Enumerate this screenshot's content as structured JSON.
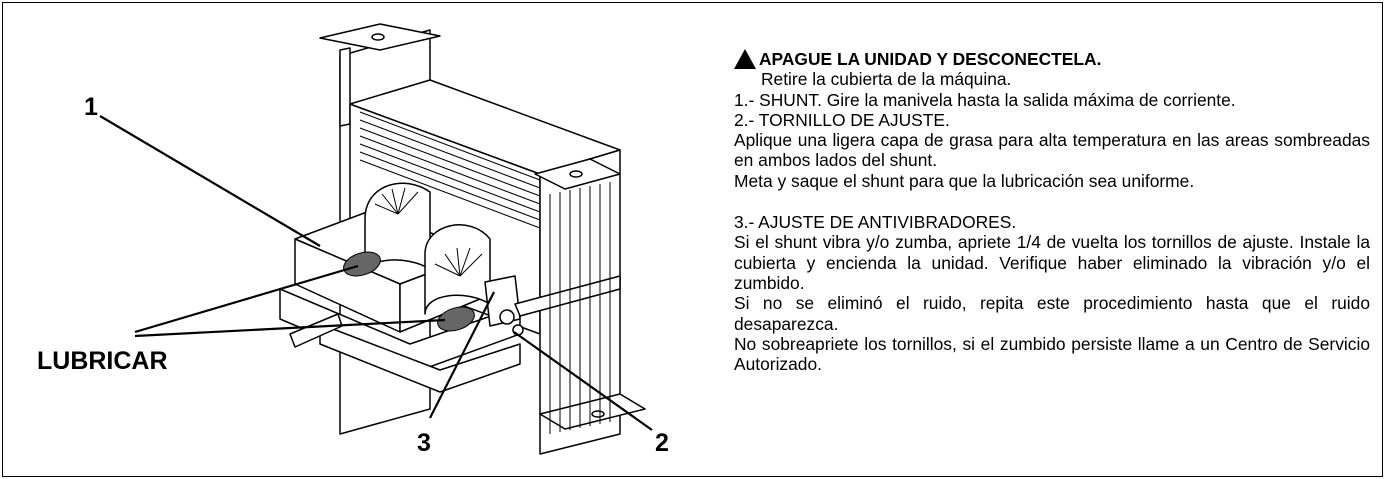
{
  "figure": {
    "callouts": {
      "one": "1",
      "two": "2",
      "three": "3",
      "lubricate": "LUBRICAR"
    }
  },
  "instructions": {
    "warning": "APAGUE LA UNIDAD Y DESCONECTELA.",
    "remove_cover": "Retire la cubierta de la máquina.",
    "step1": "1.- SHUNT. Gire la manivela hasta la salida máxima de corriente.",
    "step2_title": "2.- TORNILLO DE AJUSTE.",
    "step2_text_a": "Aplique una ligera capa de grasa para alta temperatura en las areas sombreadas en ambos lados del shunt.",
    "step2_text_b": "Meta y saque el shunt para que la lubricación sea uniforme.",
    "step3_title": "3.- AJUSTE DE ANTIVIBRADORES.",
    "step3_text_a": "Si el shunt vibra y/o zumba, apriete 1/4 de vuelta los tornillos de ajuste. Instale la cubierta y encienda la unidad. Verifique haber eliminado la vibración y/o el zumbido.",
    "step3_text_b": "Si no se eliminó el ruido, repita este procedimiento hasta que el ruido desaparezca.",
    "step3_text_c": "No sobreapriete los tornillos, si el zumbido persiste llame a un Centro de Servicio Autorizado."
  }
}
